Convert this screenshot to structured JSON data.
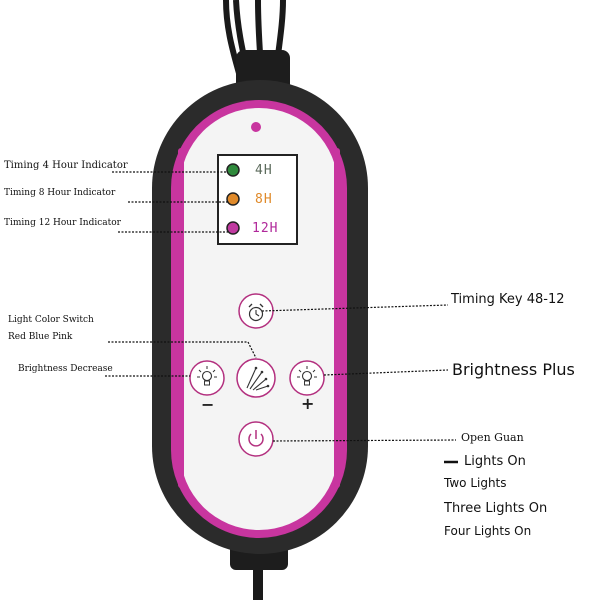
{
  "indicators": [
    {
      "label": "4H",
      "color": "#2f8a3c",
      "text_color": "#5c6b5c",
      "callout": "Timing 4 Hour Indicator"
    },
    {
      "label": "8H",
      "color": "#e08a2a",
      "text_color": "#e08a2a",
      "callout": "Timing 8 Hour Indicator"
    },
    {
      "label": "12H",
      "color": "#c03aa0",
      "text_color": "#b0289a",
      "callout": "Timing 12 Hour Indicator"
    }
  ],
  "callouts": {
    "timing_key": "Timing Key 48-12",
    "color_switch_line1": "Light Color Switch",
    "color_switch_line2": "Red Blue Pink",
    "brightness_decrease": "Brightness Decrease",
    "brightness_plus": "Brightness Plus",
    "power": "Open Guan"
  },
  "minus_sign": "−",
  "plus_sign": "+",
  "light_modes": [
    "Lights On",
    "Two Lights",
    "Three Lights On",
    "Four Lights On"
  ],
  "colors": {
    "housing": "#2b2b2b",
    "accent_pink": "#c8359f",
    "button_ring": "#b3307f",
    "panel": "#f4f4f4"
  }
}
